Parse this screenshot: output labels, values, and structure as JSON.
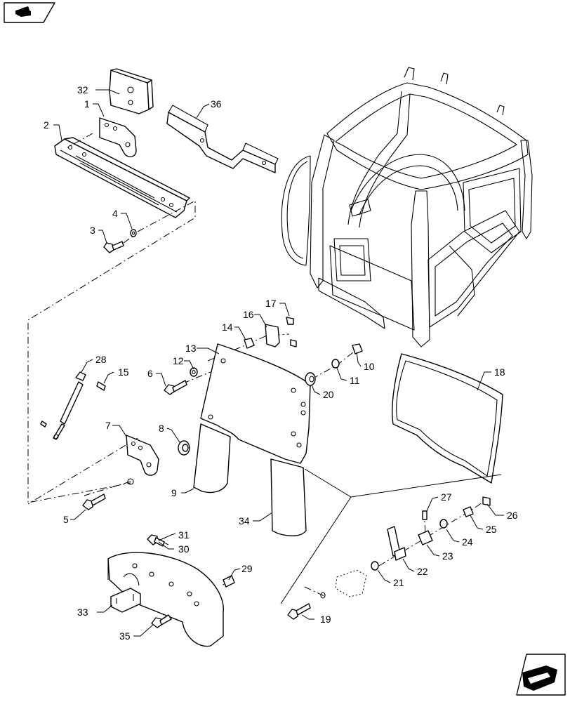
{
  "nav": {
    "prev_icon": "prev-page-arrow-icon",
    "next_icon": "next-page-arrow-icon"
  },
  "callouts": {
    "c1": "1",
    "c2": "2",
    "c3": "3",
    "c4": "4",
    "c5": "5",
    "c6": "6",
    "c7": "7",
    "c8": "8",
    "c9": "9",
    "c10": "10",
    "c11": "11",
    "c12": "12",
    "c13": "13",
    "c14": "14",
    "c15": "15",
    "c16": "16",
    "c17": "17",
    "c18": "18",
    "c19": "19",
    "c20": "20",
    "c21": "21",
    "c22": "22",
    "c23": "23",
    "c24": "24",
    "c25": "25",
    "c26": "26",
    "c27": "27",
    "c28": "28",
    "c29": "29",
    "c30": "30",
    "c31": "31",
    "c32": "32",
    "c33": "33",
    "c34": "34",
    "c35": "35",
    "c36": "36"
  }
}
